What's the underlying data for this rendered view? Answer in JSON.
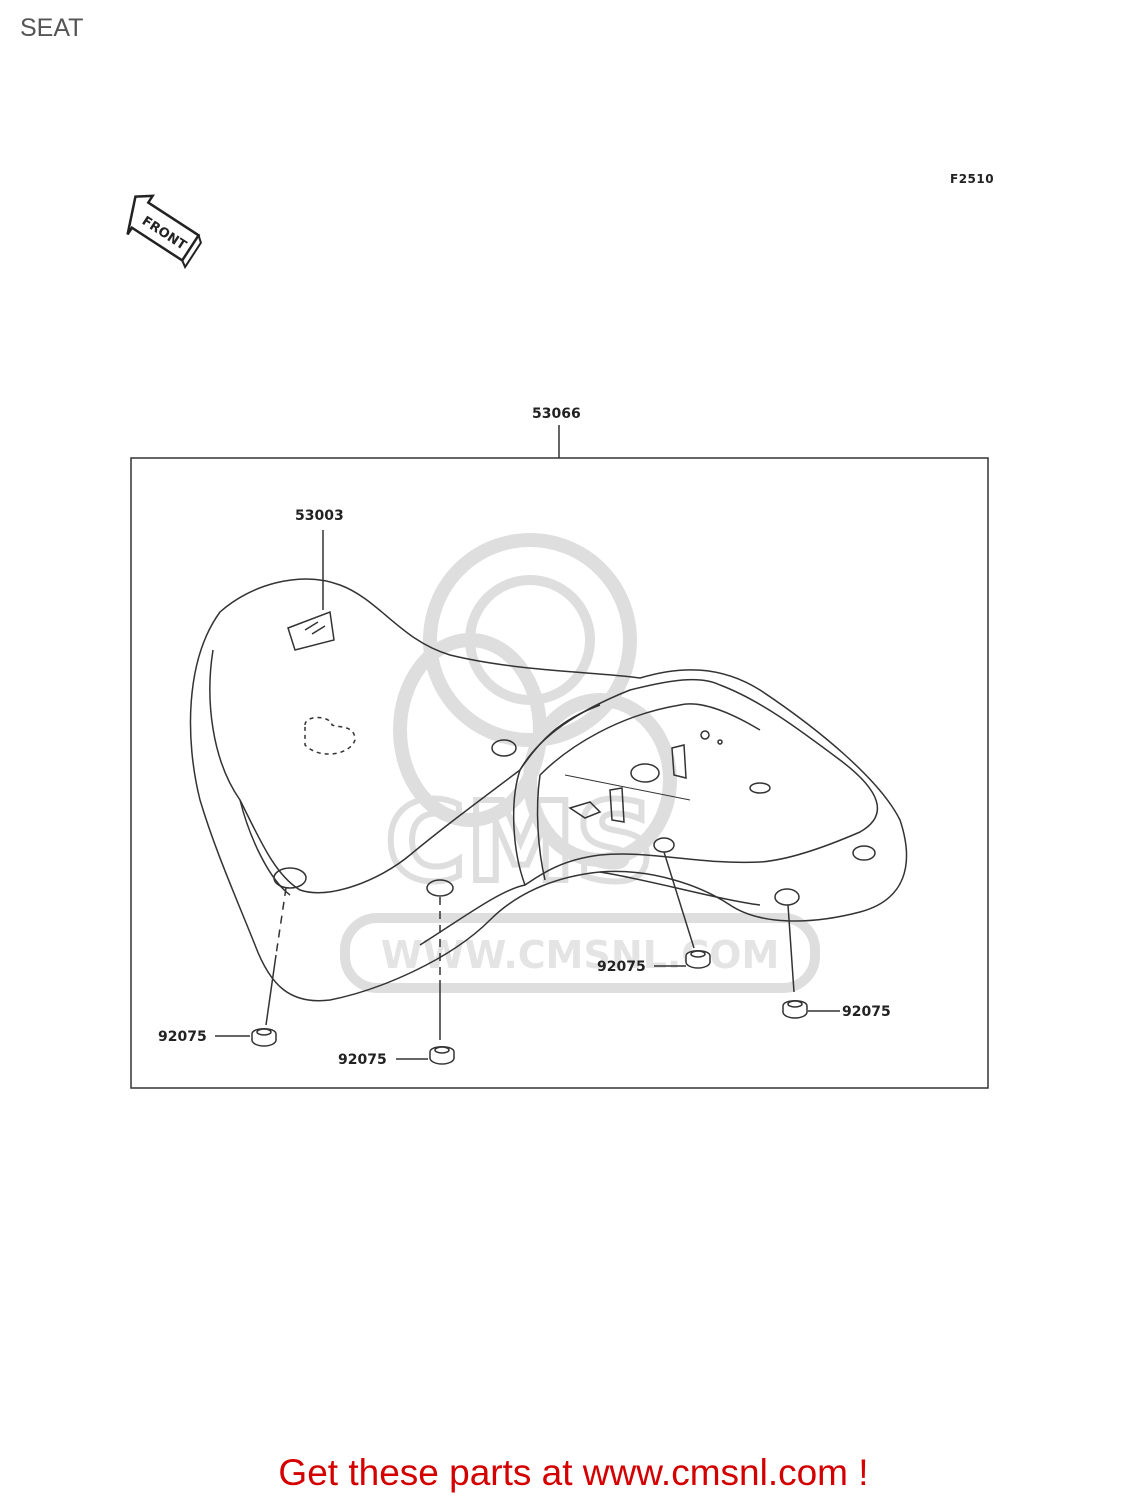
{
  "page": {
    "title": "SEAT",
    "diagram_code": "F2510"
  },
  "front_marker": {
    "label": "FRONT",
    "icon": "front-arrow-icon"
  },
  "watermark": {
    "brand": "CMS",
    "url": "WWW.CMSNL.COM",
    "icon": "cms-mascot-logo"
  },
  "parts": {
    "seat_assy": "53066",
    "label": "53003",
    "damper_1": "92075",
    "damper_2": "92075",
    "damper_3": "92075",
    "damper_4": "92075"
  },
  "footer": {
    "cta": "Get these parts at www.cmsnl.com !"
  },
  "colors": {
    "cta": "#d40000",
    "line": "#333333",
    "watermark": "#d9d9d9"
  }
}
